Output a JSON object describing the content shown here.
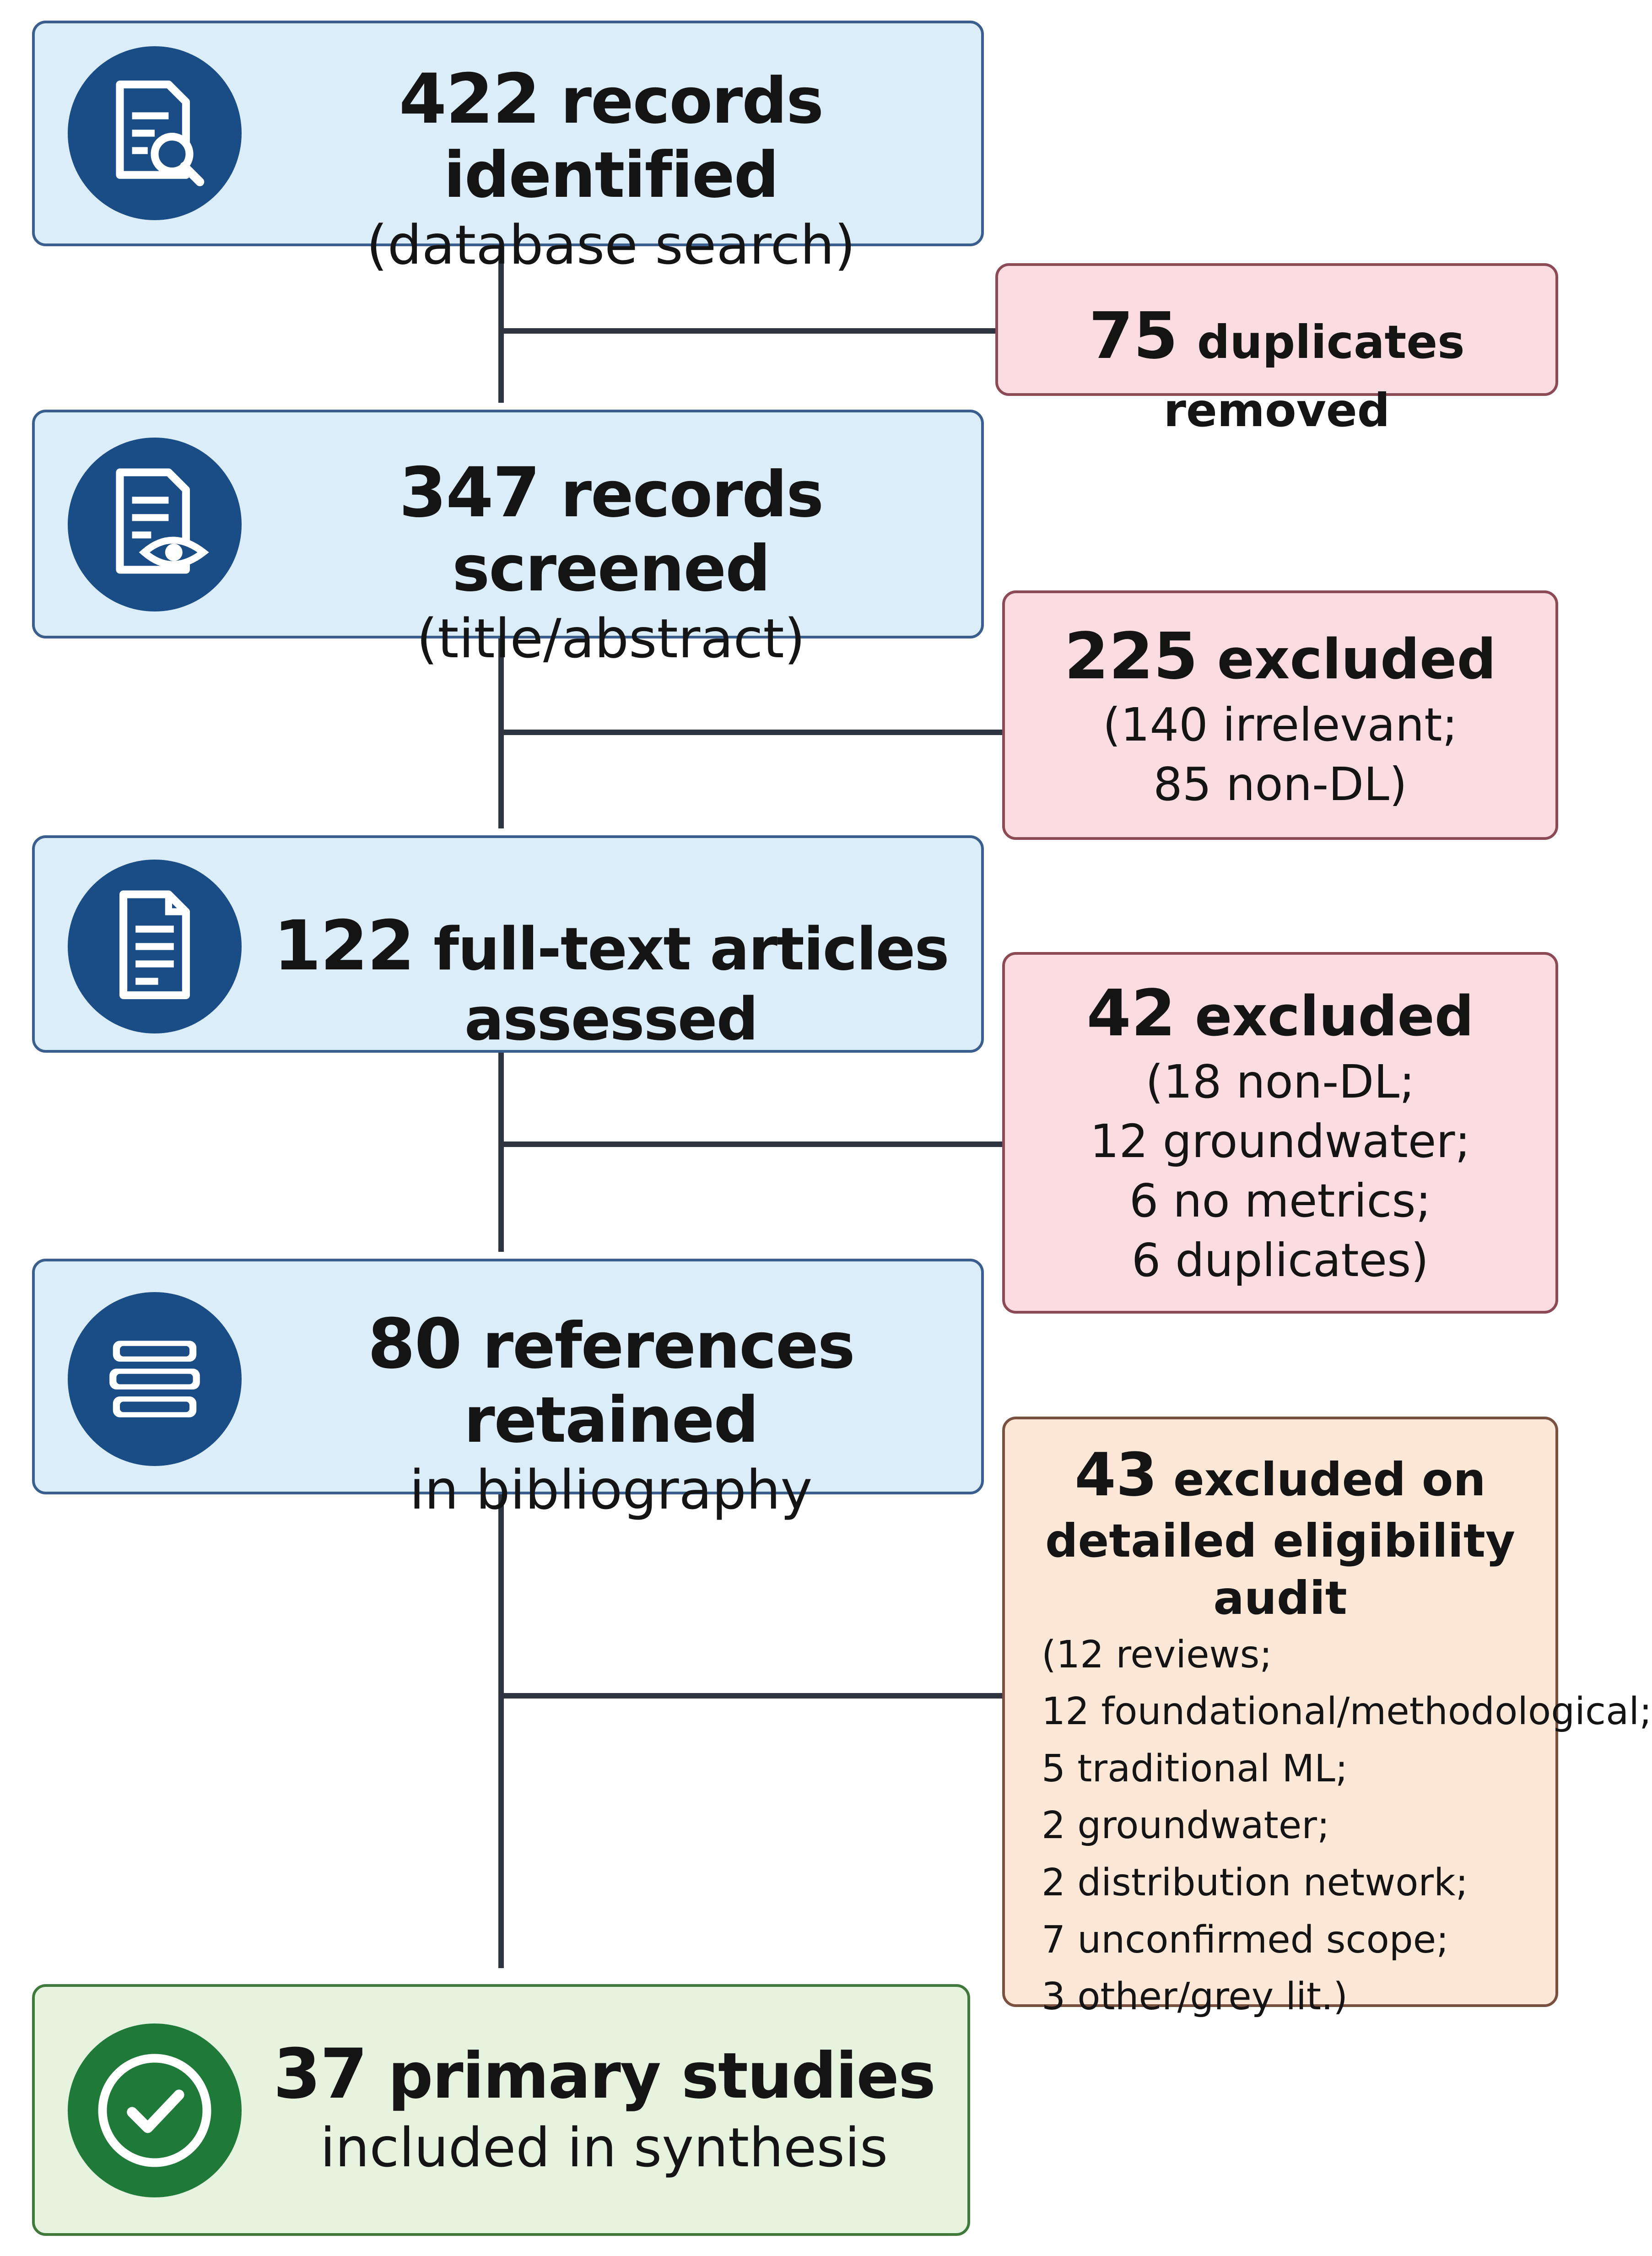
{
  "flow": {
    "identified": {
      "count": "422",
      "title": "records identified",
      "subtitle": "(database search)",
      "icon": "document-search-icon"
    },
    "screened": {
      "count": "347",
      "title": "records screened",
      "subtitle": "(title/abstract)",
      "icon": "document-eye-icon"
    },
    "assessed": {
      "count": "122",
      "title": "full-text articles assessed",
      "icon": "document-icon"
    },
    "retained": {
      "count": "80",
      "title": "references retained",
      "subtitle": "in bibliography",
      "icon": "books-icon"
    },
    "included": {
      "count": "37",
      "title": "primary studies",
      "subtitle": "included in synthesis",
      "icon": "checkmark-icon"
    }
  },
  "exclusions": {
    "duplicates": {
      "count": "75",
      "label": "duplicates removed"
    },
    "screening": {
      "count": "225",
      "label": "excluded",
      "details": [
        "(140 irrelevant;",
        "85 non-DL)"
      ]
    },
    "fulltext": {
      "count": "42",
      "label": "excluded",
      "details": [
        "(18 non-DL;",
        "12 groundwater;",
        "6 no metrics;",
        "6 duplicates)"
      ]
    },
    "audit": {
      "count": "43",
      "label": "excluded on",
      "label2": "detailed eligibility audit",
      "details": [
        "(12 reviews;",
        "12 foundational/methodological;",
        "5 traditional ML;",
        "2 groundwater;",
        "2 distribution network;",
        "7 unconfirmed scope;",
        "3 other/grey lit.)"
      ]
    }
  },
  "colors": {
    "main_box": "#dcedfa",
    "excluded_box": "#fbdde1",
    "audit_box": "#fde8d8",
    "included_box": "#e6f3df",
    "icon_blue": "#1a4d86",
    "icon_green": "#1f7a3a",
    "arrow": "#2e3440"
  }
}
